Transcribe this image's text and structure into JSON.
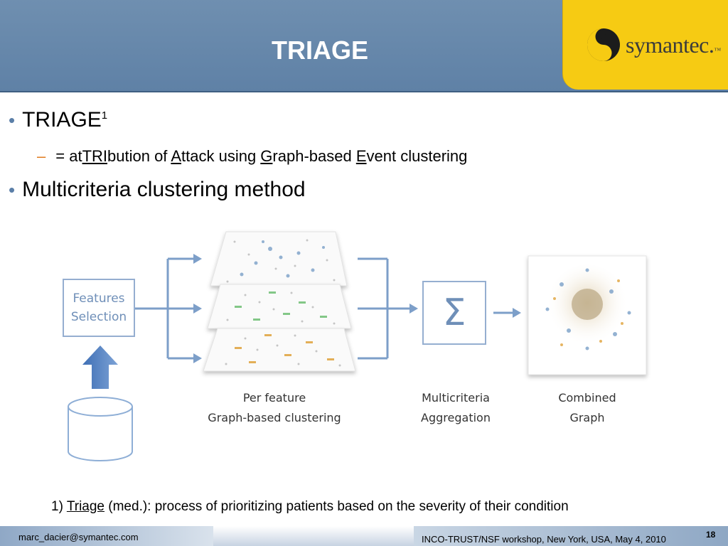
{
  "header": {
    "title": "TRIAGE",
    "logo_text": "symantec.",
    "logo_tm": "™"
  },
  "bullets": {
    "b1_text": "TRIAGE",
    "b1_sup": "1",
    "sub_eq": "= at",
    "sub_u1": "TRI",
    "sub_t1": "bution of ",
    "sub_u2": "A",
    "sub_t2": "ttack using ",
    "sub_u3": "G",
    "sub_t3": "raph-based ",
    "sub_u4": "E",
    "sub_t4": "vent clustering",
    "b2_text": "Multicriteria clustering method"
  },
  "diagram": {
    "features_line1": "Features",
    "features_line2": "Selection",
    "sigma": "Σ",
    "label1_line1": "Per feature",
    "label1_line2": "Graph-based clustering",
    "label2_line1": "Multicriteria",
    "label2_line2": "Aggregation",
    "label3_line1": "Combined",
    "label3_line2": "Graph"
  },
  "footnote": {
    "prefix": "1) ",
    "term": "Triage",
    "rest": " (med.): process of prioritizing patients based on the severity of their condition"
  },
  "footer": {
    "email": "marc_dacier@symantec.com",
    "event": "INCO-TRUST/NSF workshop, New York, USA,  May 4, 2010",
    "page": "18"
  },
  "colors": {
    "header_blue": "#5f81a6",
    "logo_yellow": "#f6cb13",
    "accent_orange": "#e07b1d",
    "diagram_blue": "#6f8fb8"
  }
}
